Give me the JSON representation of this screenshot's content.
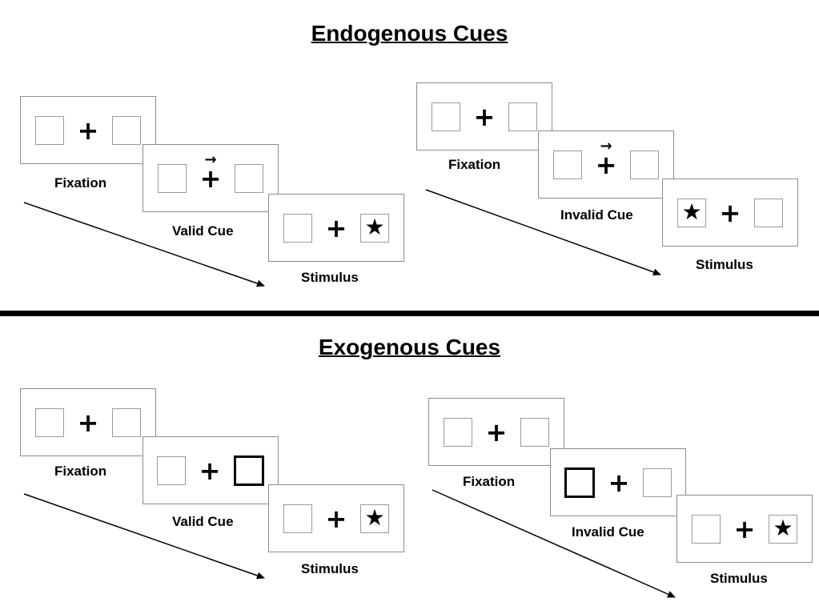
{
  "titles": {
    "endogenous": "Endogenous Cues",
    "exogenous": "Exogenous Cues"
  },
  "symbols": {
    "plus": "+",
    "star": "★",
    "cue_arrow": "→"
  },
  "sequences": {
    "endo_valid": {
      "fixation_label": "Fixation",
      "cue_label": "Valid Cue",
      "stimulus_label": "Stimulus",
      "cue_style": "central-arrow-right",
      "stimulus_side": "right"
    },
    "endo_invalid": {
      "fixation_label": "Fixation",
      "cue_label": "Invalid Cue",
      "stimulus_label": "Stimulus",
      "cue_style": "central-arrow-right",
      "stimulus_side": "left"
    },
    "exo_valid": {
      "fixation_label": "Fixation",
      "cue_label": "Valid Cue",
      "stimulus_label": "Stimulus",
      "cue_style": "peripheral-box-right",
      "stimulus_side": "right"
    },
    "exo_invalid": {
      "fixation_label": "Fixation",
      "cue_label": "Invalid Cue",
      "stimulus_label": "Stimulus",
      "cue_style": "peripheral-box-left",
      "stimulus_side": "right"
    }
  }
}
